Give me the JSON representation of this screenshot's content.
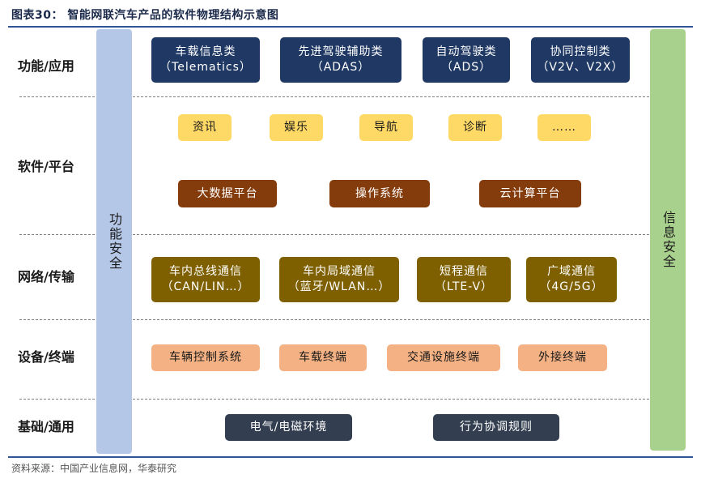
{
  "title": "图表30：  智能网联汽车产品的软件物理结构示意图",
  "source": "资料来源：中国产业信息网，华泰研究",
  "side_bars": {
    "left": "功能安全",
    "right": "信息安全"
  },
  "rows": [
    {
      "label": "功能/应用"
    },
    {
      "label": "软件/平台"
    },
    {
      "label": "网络/传输"
    },
    {
      "label": "设备/终端"
    },
    {
      "label": "基础/通用"
    }
  ],
  "function_app": [
    {
      "line1": "车载信息类",
      "line2": "（Telematics）"
    },
    {
      "line1": "先进驾驶辅助类",
      "line2": "（ADAS）"
    },
    {
      "line1": "自动驾驶类",
      "line2": "（ADS）"
    },
    {
      "line1": "协同控制类",
      "line2": "（V2V、V2X）"
    }
  ],
  "software_apps": [
    "资讯",
    "娱乐",
    "导航",
    "诊断",
    "……"
  ],
  "software_platforms": [
    "大数据平台",
    "操作系统",
    "云计算平台"
  ],
  "network": [
    {
      "line1": "车内总线通信",
      "line2": "（CAN/LIN…）"
    },
    {
      "line1": "车内局域通信",
      "line2": "（蓝牙/WLAN…）"
    },
    {
      "line1": "短程通信",
      "line2": "（LTE-V）"
    },
    {
      "line1": "广域通信",
      "line2": "（4G/5G）"
    }
  ],
  "devices": [
    "车辆控制系统",
    "车载终端",
    "交通设施终端",
    "外接终端"
  ],
  "foundation": [
    "电气/电磁环境",
    "行为协调规则"
  ],
  "colors": {
    "accent": "#2f5597",
    "function_box": "#1f3864",
    "software_app_box": "#ffd966",
    "software_platform_box": "#843c0c",
    "network_box": "#7f6000",
    "device_box": "#f4b183",
    "foundation_box": "#333f50",
    "left_bar": "#b4c7e7",
    "right_bar": "#a9d18e"
  }
}
